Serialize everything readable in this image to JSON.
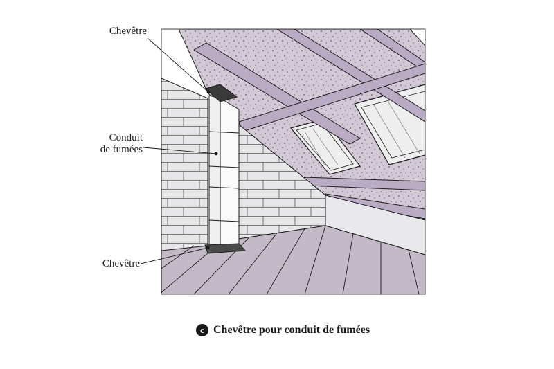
{
  "labels": {
    "chevetre_top": "Chevêtre",
    "conduit_line1": "Conduit",
    "conduit_line2": "de fumées",
    "chevetre_bottom": "Chevêtre"
  },
  "caption": {
    "badge": "c",
    "text": "Chevêtre pour conduit de fumées"
  },
  "colors": {
    "roof": "#d3c8d6",
    "rafter": "#b9abc4",
    "wall": "#e7e7e9",
    "knee_wall": "#e9e9eb",
    "floor": "#c3b9c7",
    "window": "#eeeeef",
    "chimney_left": "#efeff1",
    "chimney_right": "#fafafa",
    "ink": "#1a1a1a"
  }
}
